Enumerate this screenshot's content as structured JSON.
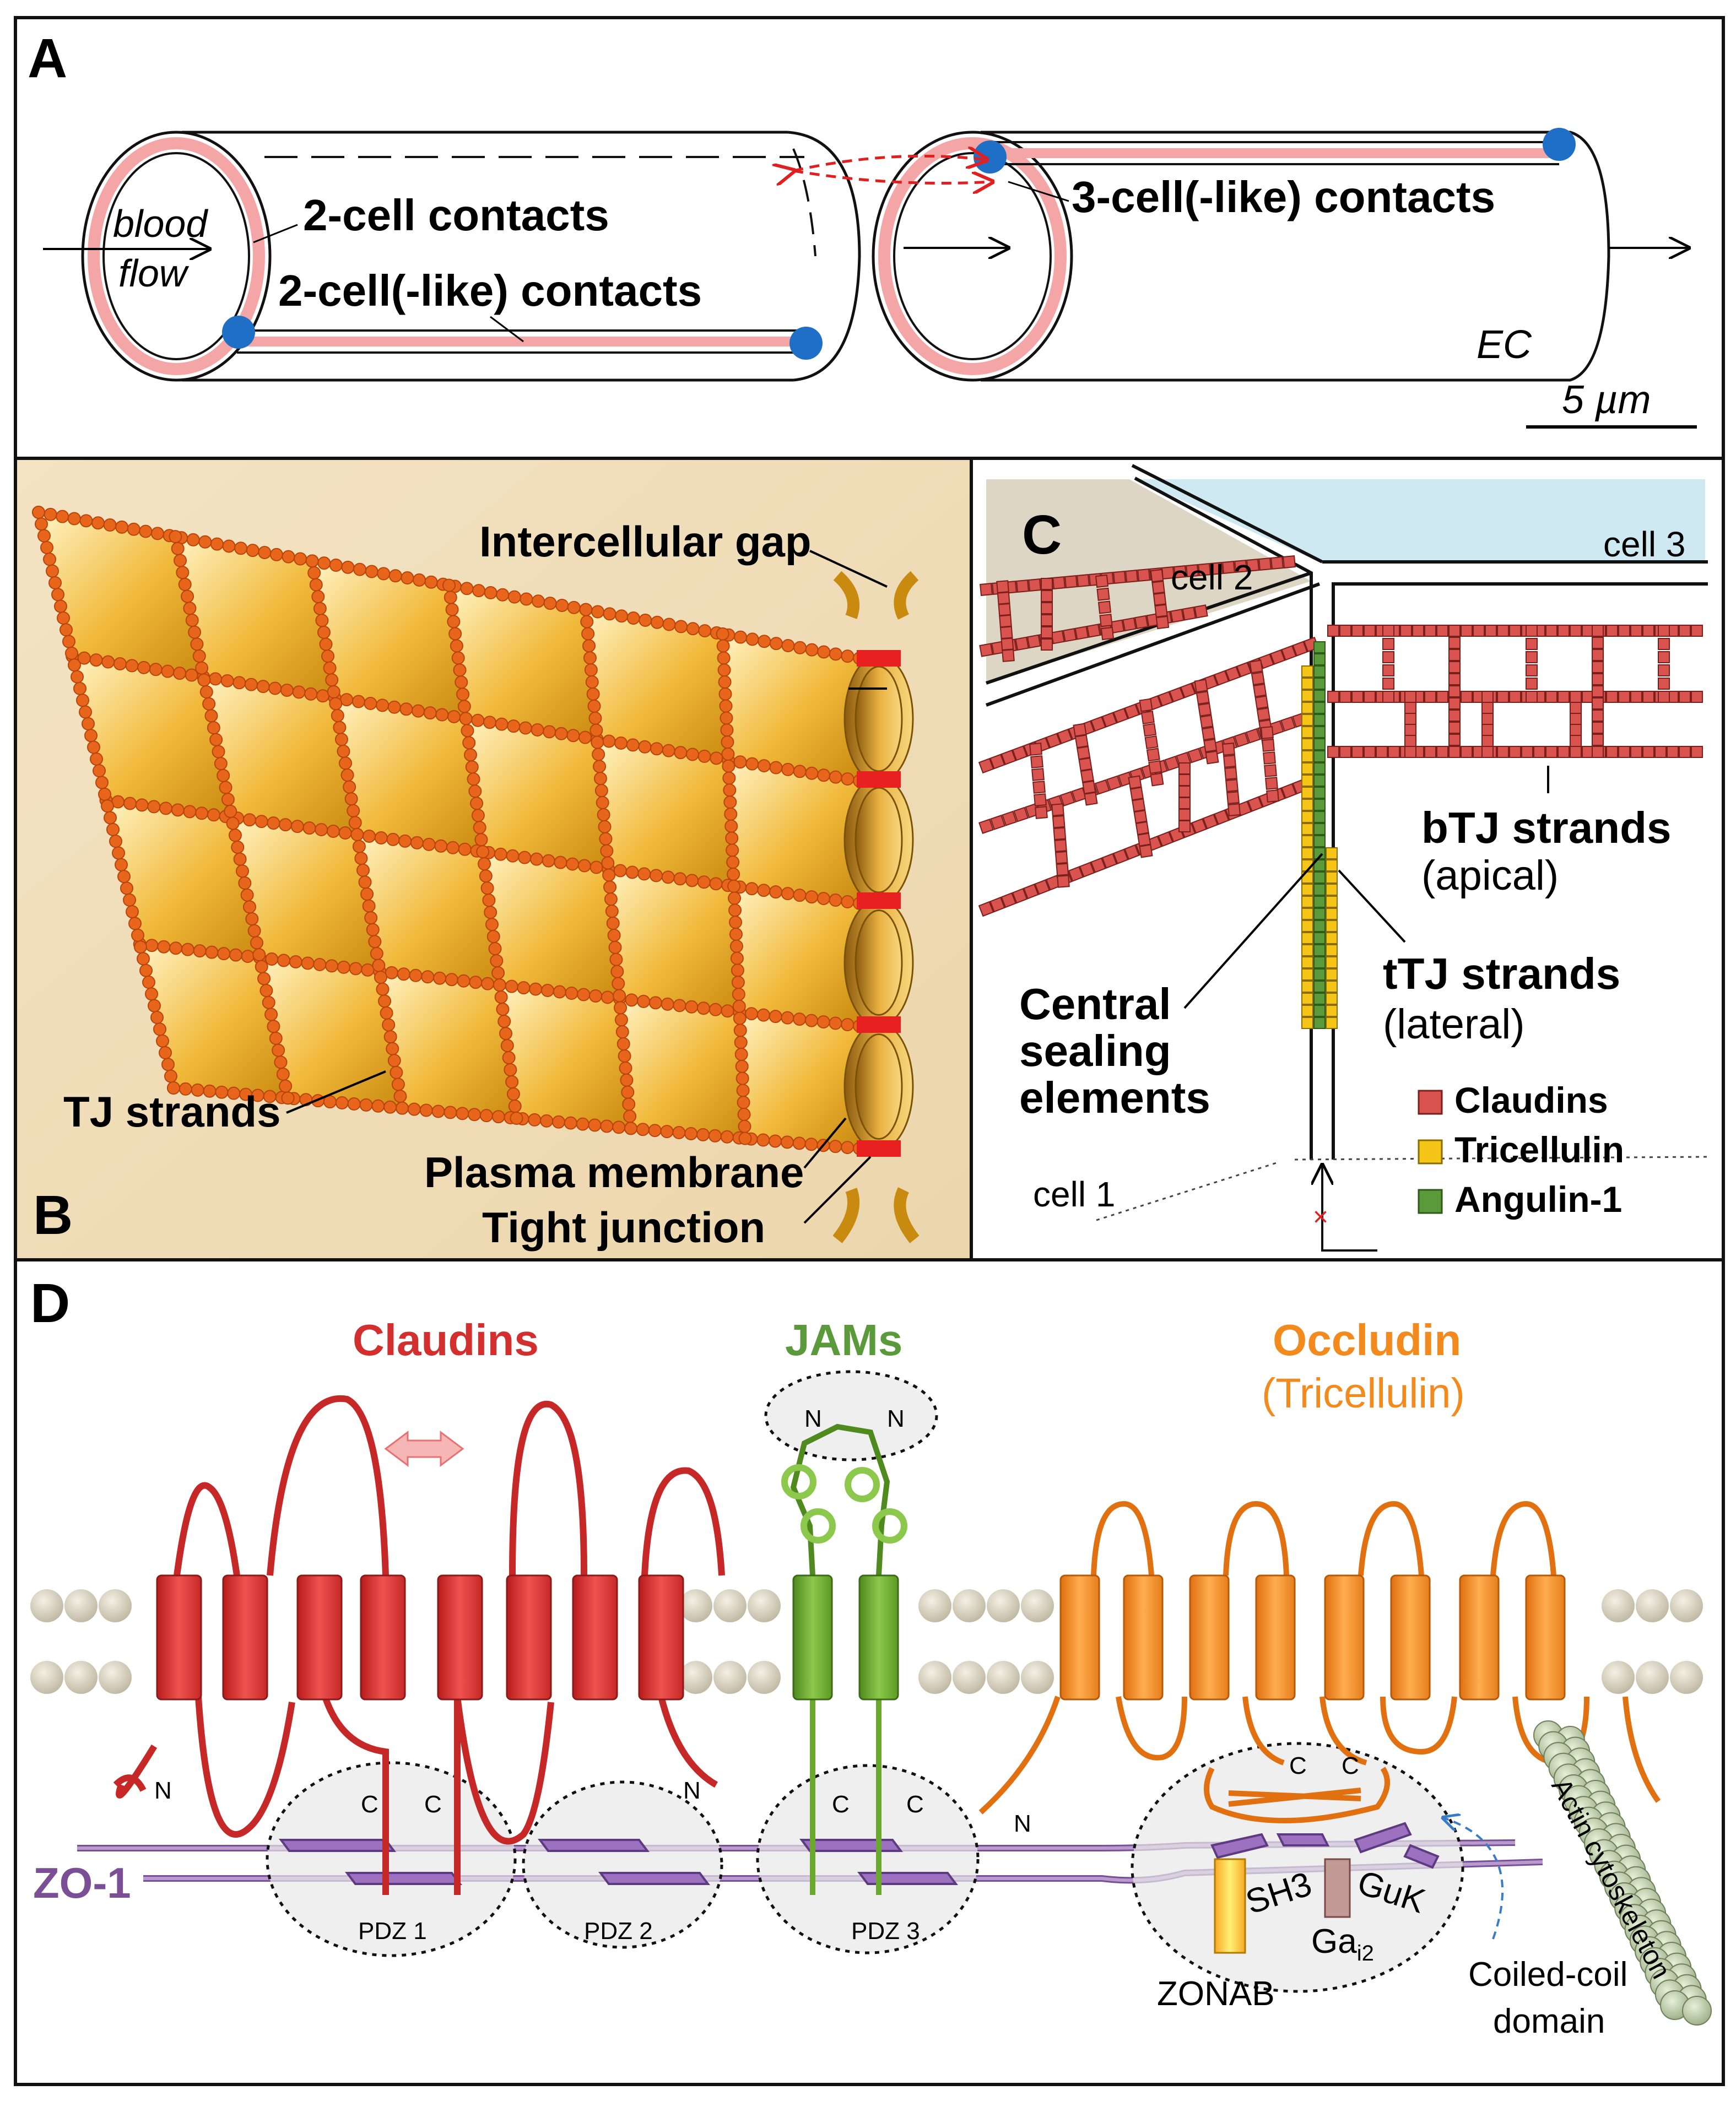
{
  "panelA": {
    "label": "A",
    "blood_flow_line1": "blood",
    "blood_flow_line2": "flow",
    "two_cell": "2-cell contacts",
    "two_cell_like": "2-cell(-like) contacts",
    "three_cell_like": "3-cell(-like) contacts",
    "ec": "EC",
    "scale": "5 µm"
  },
  "panelB": {
    "label": "B",
    "gap": "Intercellular gap",
    "strands": "TJ strands",
    "membrane": "Plasma membrane",
    "junction": "Tight junction"
  },
  "panelC": {
    "label": "C",
    "cell1": "cell 1",
    "cell2": "cell 2",
    "cell3": "cell 3",
    "btj": "bTJ strands",
    "btj_sub": "(apical)",
    "ttj": "tTJ strands",
    "ttj_sub": "(lateral)",
    "central_1": "Central",
    "central_2": "sealing",
    "central_3": "elements",
    "legend": [
      {
        "label": "Claudins",
        "color": "#d9534f"
      },
      {
        "label": "Tricellulin",
        "color": "#f5c518"
      },
      {
        "label": "Angulin-1",
        "color": "#5a9a3a"
      }
    ]
  },
  "panelD": {
    "label": "D",
    "claudins": "Claudins",
    "jams": "JAMs",
    "occludin": "Occludin",
    "tricellulin": "(Tricellulin)",
    "zo1": "ZO-1",
    "pdz1": "PDZ 1",
    "pdz2": "PDZ 2",
    "pdz3": "PDZ 3",
    "sh3": "SH3",
    "guk": "GuK",
    "gai": "Ga",
    "gai_sub": "i2",
    "zonab": "ZONAB",
    "coiled_1": "Coiled-coil",
    "coiled_2": "domain",
    "actin": "Actin cytoskeleton",
    "n": "N",
    "c": "C",
    "colors": {
      "claudin": "#d32f2f",
      "jam": "#6aa82e",
      "occludin": "#f28a1e",
      "zo1": "#8e6aa8"
    }
  }
}
